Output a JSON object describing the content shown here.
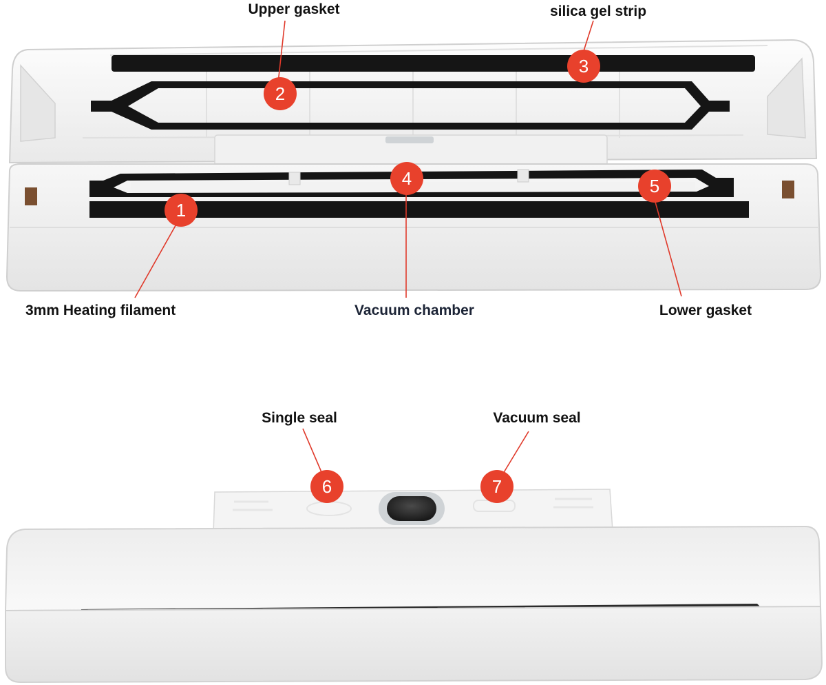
{
  "colors": {
    "badge": "#e8412c",
    "gasket": "#151515",
    "body": "#f3f3f3",
    "label_dark": "#111111",
    "label_navy": "#1c2436"
  },
  "labels": {
    "upper_gasket": "Upper gasket",
    "silica_gel_strip": "silica gel strip",
    "heating_filament": "3mm Heating filament",
    "vacuum_chamber": "Vacuum chamber",
    "lower_gasket": "Lower gasket",
    "single_seal": "Single seal",
    "vacuum_seal": "Vacuum seal"
  },
  "badges": {
    "b1": "1",
    "b2": "2",
    "b3": "3",
    "b4": "4",
    "b5": "5",
    "b6": "6",
    "b7": "7"
  }
}
